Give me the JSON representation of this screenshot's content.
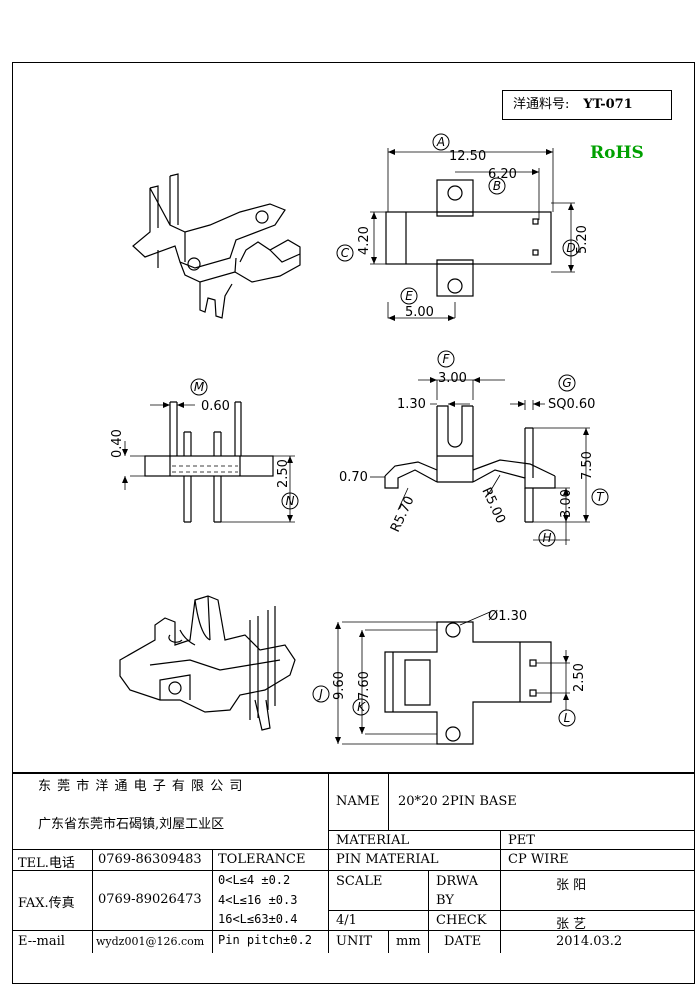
{
  "header": {
    "part_label": "洋通料号:",
    "part_number": "YT-071",
    "rohs": "RoHS"
  },
  "dims": {
    "A": "12.50",
    "B": "6.20",
    "C": "4.20",
    "D": "5.20",
    "E": "5.00",
    "M": "0.60",
    "v040": "0.40",
    "N": "2.50",
    "F": "3.00",
    "v130": "1.30",
    "G": "SQ0.60",
    "v070": "0.70",
    "T": "7.50",
    "H": "3.00",
    "R570": "R5.70",
    "R500": "R5.00",
    "hole": "Ø1.30",
    "J": "9.60",
    "K": "7.60",
    "L": "2.50"
  },
  "letters": {
    "A": "A",
    "B": "B",
    "C": "C",
    "D": "D",
    "E": "E",
    "M": "M",
    "N": "N",
    "F": "F",
    "G": "G",
    "T": "T",
    "H": "H",
    "J": "J",
    "K": "K",
    "L": "L"
  },
  "title_block": {
    "company": "东 莞 市 洋 通 电 子 有 限 公 司",
    "address": "广东省东莞市石碣镇,刘屋工业区",
    "name_label": "NAME",
    "name_value": "20*20 2PIN BASE",
    "material_label": "MATERIAL",
    "material_value": "PET",
    "pin_material_label": "PIN MATERIAL",
    "pin_material_value": "CP WIRE",
    "tel_label": "TEL.电话",
    "tel_value": "0769-86309483",
    "tolerance_label": "TOLERANCE",
    "fax_label": "FAX.传真",
    "fax_value": "0769-89026473",
    "tol1": "0<L≤4  ±0.2",
    "tol2": "4<L≤16 ±0.3",
    "tol3": "16<L≤63±0.4",
    "tol4": "Pin pitch±0.2",
    "scale_label": "SCALE",
    "scale_value": "4/1",
    "drawn_label_1": "DRWA",
    "drawn_label_2": "BY",
    "drawn_value": "张 阳",
    "check_label": "CHECK",
    "check_value": "张 艺",
    "email_label": "E--mail",
    "email_value": "wydz001@126.com",
    "unit_label": "UNIT",
    "unit_value": "mm",
    "date_label": "DATE",
    "date_value": "2014.03.2"
  }
}
